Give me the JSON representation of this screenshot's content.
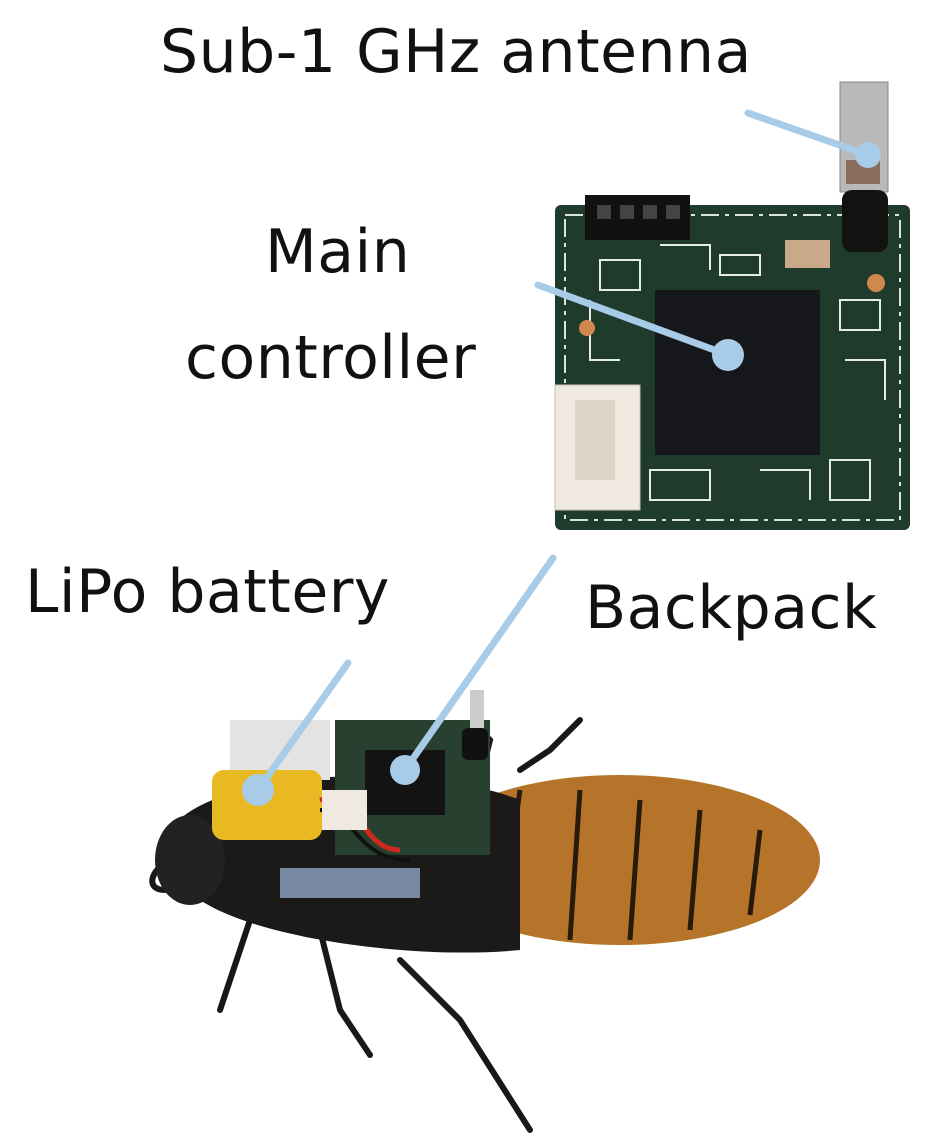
{
  "labels": {
    "antenna": "Sub-1 GHz antenna",
    "controller_line1": "Main",
    "controller_line2": "controller",
    "battery": "LiPo battery",
    "backpack": "Backpack"
  },
  "colors": {
    "pointer": "#a8cbe8",
    "pcb": "#1e3b2b",
    "chip": "#15171a",
    "battery": "#e8b923",
    "body_dark": "#1c1a18",
    "body_orange": "#b5742a"
  }
}
